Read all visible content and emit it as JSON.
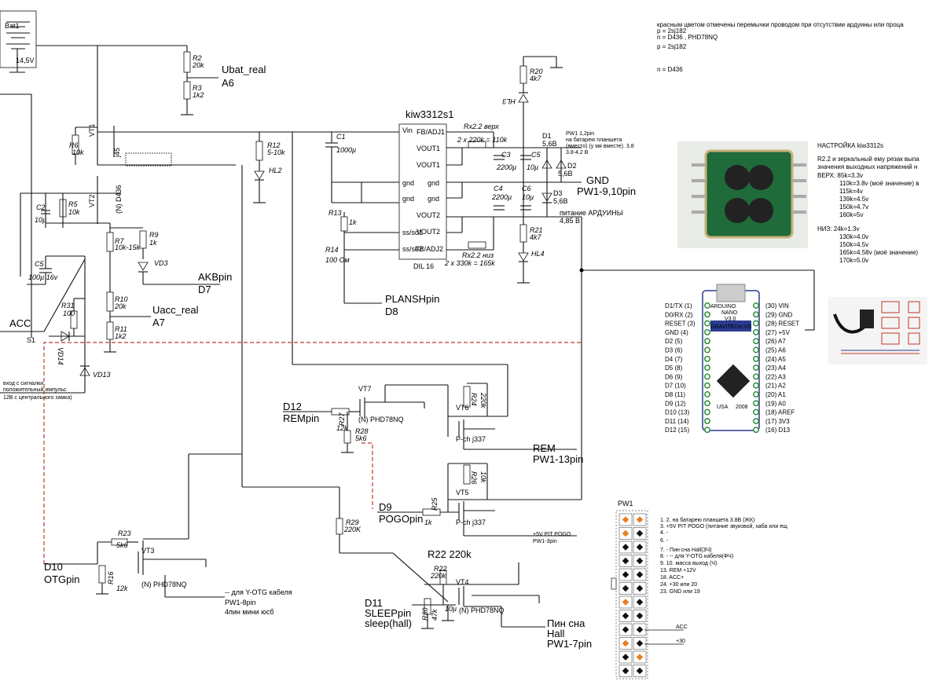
{
  "battery": {
    "ref": "Bat1",
    "voltage": "14,5V"
  },
  "labels": {
    "ubat": "Ubat_real",
    "a6": "A6",
    "akb": "AKBpin",
    "d7": "D7",
    "uacc": "Uacc_real",
    "a7": "A7",
    "plansh": "PLANSHpin",
    "d8": "D8",
    "d12": "D12",
    "rempin": "REMpin",
    "rem": "REM",
    "pw13": "PW1-13pin",
    "d9": "D9",
    "pogopin": "POGOpin",
    "pogo_note": "+5V PIT POGO",
    "pw3": "PW1-3pin",
    "d10": "D10",
    "otgpin": "OTGpin",
    "otg_note": "-- для Y-OTG кабеля",
    "pw8": "PW1-8pin",
    "mini": "4пин мини юсб",
    "d11": "D11",
    "sleeppin": "SLEEPpin",
    "sleep": "sleep(hall)",
    "hall1": "Пин сна",
    "hall2": "Hall",
    "pw7": "PW1-7pin",
    "gnd": "GND",
    "pw910": "PW1-9,10pin",
    "arduino": "питание АРДУИНЫ",
    "v485": "4,85 В",
    "pw12a": "PW1 1,2pin",
    "pw12b": "на батарею планшета",
    "pw12c": "(вместо) (у мя вместе).  3.8",
    "pw12d": "3.8-4.2 В",
    "acc": "ACC",
    "s1": "S1",
    "ext1": "вход с сигналки",
    "ext2": "положительный импульс",
    "ext3": "12В с центрального замка)",
    "r22": "R22 220k"
  },
  "chip": {
    "name": "kiw3312s1",
    "package": "DIL 16",
    "pins_left": [
      "Vin",
      "gnd",
      "gnd",
      "ss/sd1",
      "ss/sd2"
    ],
    "pins_right": [
      "FB/ADJ1",
      "VOUT1",
      "VOUT1",
      "gnd",
      "gnd",
      "VOUT2",
      "VOUT2",
      "FB/ADJ2"
    ]
  },
  "rx": {
    "top": "Rx2.2 верх",
    "top_val": "2 x 220k = 110k",
    "bot": "Rx2.2 низ",
    "bot_val": "2 x 330k = 165k"
  },
  "parts": {
    "r2": "R2",
    "r2v": "20k",
    "r3": "R3",
    "r3v": "1k2",
    "r6": "R6",
    "r6v": "10k",
    "r5": "R5",
    "r5v": "10k",
    "r7": "R7",
    "r7v": "10k-15k",
    "r9": "R9",
    "r9v": "1k",
    "r10": "R10",
    "r10v": "20k",
    "r11": "R11",
    "r11v": "1k2",
    "r31": "R31",
    "r31v": "100",
    "r12": "R12",
    "r12v": "5-10k",
    "r13": "R13",
    "r13v": "1k",
    "r14": "R14",
    "r14v": "100 Ом",
    "r20": "R20",
    "r20v": "4k7",
    "r21": "R21",
    "r21v": "4k7",
    "c1": "C1",
    "c1v": "1000µ",
    "c2": "C2",
    "c2v": "10µ",
    "c5l": "C5",
    "c5lv": "100µ 16v",
    "c3": "C3",
    "c3v": "2200µ",
    "c5": "C5",
    "c5v": "10µ",
    "c4": "C4",
    "c4v": "2200µ",
    "c6": "C6",
    "c6v": "10µ",
    "d1": "D1",
    "d1v": "5,6В",
    "d2": "D2",
    "d2v": "5,6В",
    "d3": "D3",
    "d3v": "5,6В",
    "vt1": "VT1",
    "j45": "j45",
    "vt2": "VT2",
    "d436": "(N) D436",
    "hl2": "HL2",
    "hl3": "HL3",
    "hl4": "HL4",
    "vd3": "VD3",
    "vd14": "VD14",
    "vd13": "VD13",
    "vt7": "VT7",
    "vt6": "VT6",
    "vt5": "VT5",
    "vt3": "VT3",
    "vt4": "VT4",
    "phd": "(N) PHD78NQ",
    "pch": "P-ch j337",
    "r27": "R27",
    "r27v": "12k",
    "r28": "R28",
    "r28v": "5k6",
    "r24": "R24",
    "r24v": "220k",
    "r26": "R26",
    "r26v": "10k",
    "r25": "R25",
    "r25v": "1k",
    "r29": "R29",
    "r29v": "220K",
    "r23": "R23",
    "r23v": "5k6",
    "r16": "R16",
    "r16v": "12k",
    "r30": "R30",
    "r30v": "47k",
    "r22b": "R22",
    "r22bv": "220k",
    "c7": "10µ"
  },
  "notes": [
    "красным цветом отмечены перемычки проводом при отсутствии ардуины или проца",
    "p = 2sj182",
    "n = D436 , PHD78NQ",
    "p = 2sj182",
    "n = D436"
  ],
  "tuning": {
    "title": "НАСТРОЙКА kiw3312s",
    "lines": [
      "R2.2 и зеркальный ему резак выпа",
      "значения выходных напряжений н",
      "ВЕРХ:   85k=3.3v",
      "110k=3.8v (моё значение) в",
      "115k=4v",
      "139k=4.5v",
      "150k=4.7v",
      "160k=5v",
      "НИЗ:     24k=1.3v",
      "130k=4.0v",
      "150k=4.5v",
      "165k=4.58v (моё значение)",
      "170k=5.0v"
    ]
  },
  "nano": {
    "left": [
      "D1/TX   (1)",
      "D0/RX   (2)",
      "RESET   (3)",
      "GND   (4)",
      "D2   (5)",
      "D3   (6)",
      "D4   (7)",
      "D5   (8)",
      "D6   (9)",
      "D7 (10)",
      "D8 (11)",
      "D9 (12)",
      "D10 (13)",
      "D11 (14)",
      "D12 (15)"
    ],
    "right": [
      "(30) VIN",
      "(29) GND",
      "(28) RESET",
      "(27) +5V",
      "(26) A7",
      "(25) A6",
      "(24) A5",
      "(23) A4",
      "(22) A3",
      "(21) A2",
      "(20) A1",
      "(19) A0",
      "(18) AREF",
      "(17) 3V3",
      "(16) D13"
    ],
    "board": [
      "ARDUINO",
      "NANO",
      "V3.0",
      "GRAVITECH.US",
      "USA",
      "2008"
    ]
  },
  "pw1": {
    "title": "PW1",
    "lines": [
      "1. 2. на батарею планшета 3.8В (ЖК)",
      "3. +5V PIT POGO (питание звуковой, хаба или ещ",
      "4. -",
      "6. -",
      "7. - Пин сна Hall(ЗЧ)",
      "8. - -- для Y-OTG кабеля(ФЧ)",
      "9. 10. масса выход (Ч)",
      "13. REM +12V",
      "18. ACC+",
      "24. +30 или 20",
      "23. GND или 19"
    ],
    "acc": "ACC",
    "plus30": "+30"
  }
}
